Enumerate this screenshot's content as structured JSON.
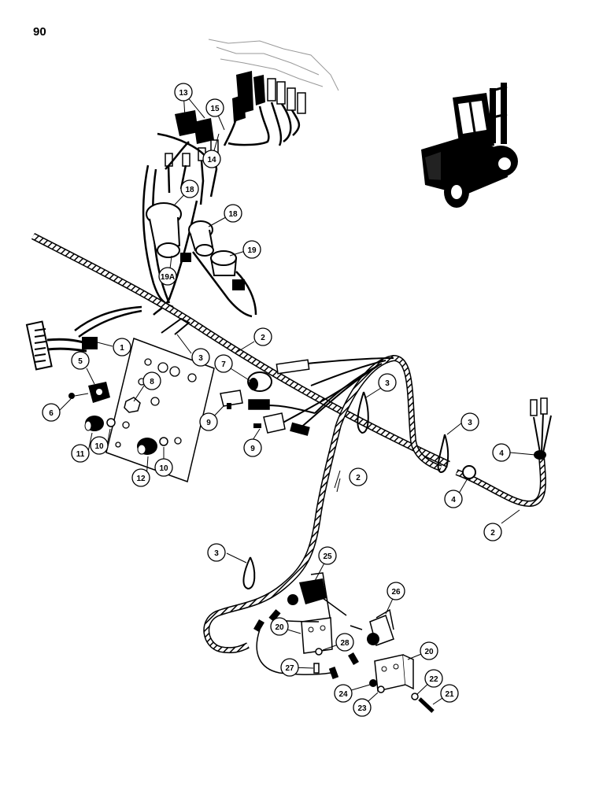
{
  "page_number": "90",
  "callouts": [
    {
      "id": "c1",
      "label": "1"
    },
    {
      "id": "c2a",
      "label": "2"
    },
    {
      "id": "c2b",
      "label": "2"
    },
    {
      "id": "c2c",
      "label": "2"
    },
    {
      "id": "c3a",
      "label": "3"
    },
    {
      "id": "c3b",
      "label": "3"
    },
    {
      "id": "c3c",
      "label": "3"
    },
    {
      "id": "c3d",
      "label": "3"
    },
    {
      "id": "c4a",
      "label": "4"
    },
    {
      "id": "c4b",
      "label": "4"
    },
    {
      "id": "c5",
      "label": "5"
    },
    {
      "id": "c6",
      "label": "6"
    },
    {
      "id": "c7",
      "label": "7"
    },
    {
      "id": "c8",
      "label": "8"
    },
    {
      "id": "c9a",
      "label": "9"
    },
    {
      "id": "c9b",
      "label": "9"
    },
    {
      "id": "c10a",
      "label": "10"
    },
    {
      "id": "c10b",
      "label": "10"
    },
    {
      "id": "c11",
      "label": "11"
    },
    {
      "id": "c12",
      "label": "12"
    },
    {
      "id": "c13",
      "label": "13"
    },
    {
      "id": "c14",
      "label": "14"
    },
    {
      "id": "c15",
      "label": "15"
    },
    {
      "id": "c18a",
      "label": "18"
    },
    {
      "id": "c18b",
      "label": "18"
    },
    {
      "id": "c19",
      "label": "19"
    },
    {
      "id": "c19a",
      "label": "19A"
    },
    {
      "id": "c20a",
      "label": "20"
    },
    {
      "id": "c20b",
      "label": "20"
    },
    {
      "id": "c21",
      "label": "21"
    },
    {
      "id": "c22",
      "label": "22"
    },
    {
      "id": "c23",
      "label": "23"
    },
    {
      "id": "c24",
      "label": "24"
    },
    {
      "id": "c25",
      "label": "25"
    },
    {
      "id": "c26",
      "label": "26"
    },
    {
      "id": "c27",
      "label": "27"
    },
    {
      "id": "c28",
      "label": "28"
    }
  ],
  "colors": {
    "ink": "#000000",
    "paper": "#ffffff"
  }
}
